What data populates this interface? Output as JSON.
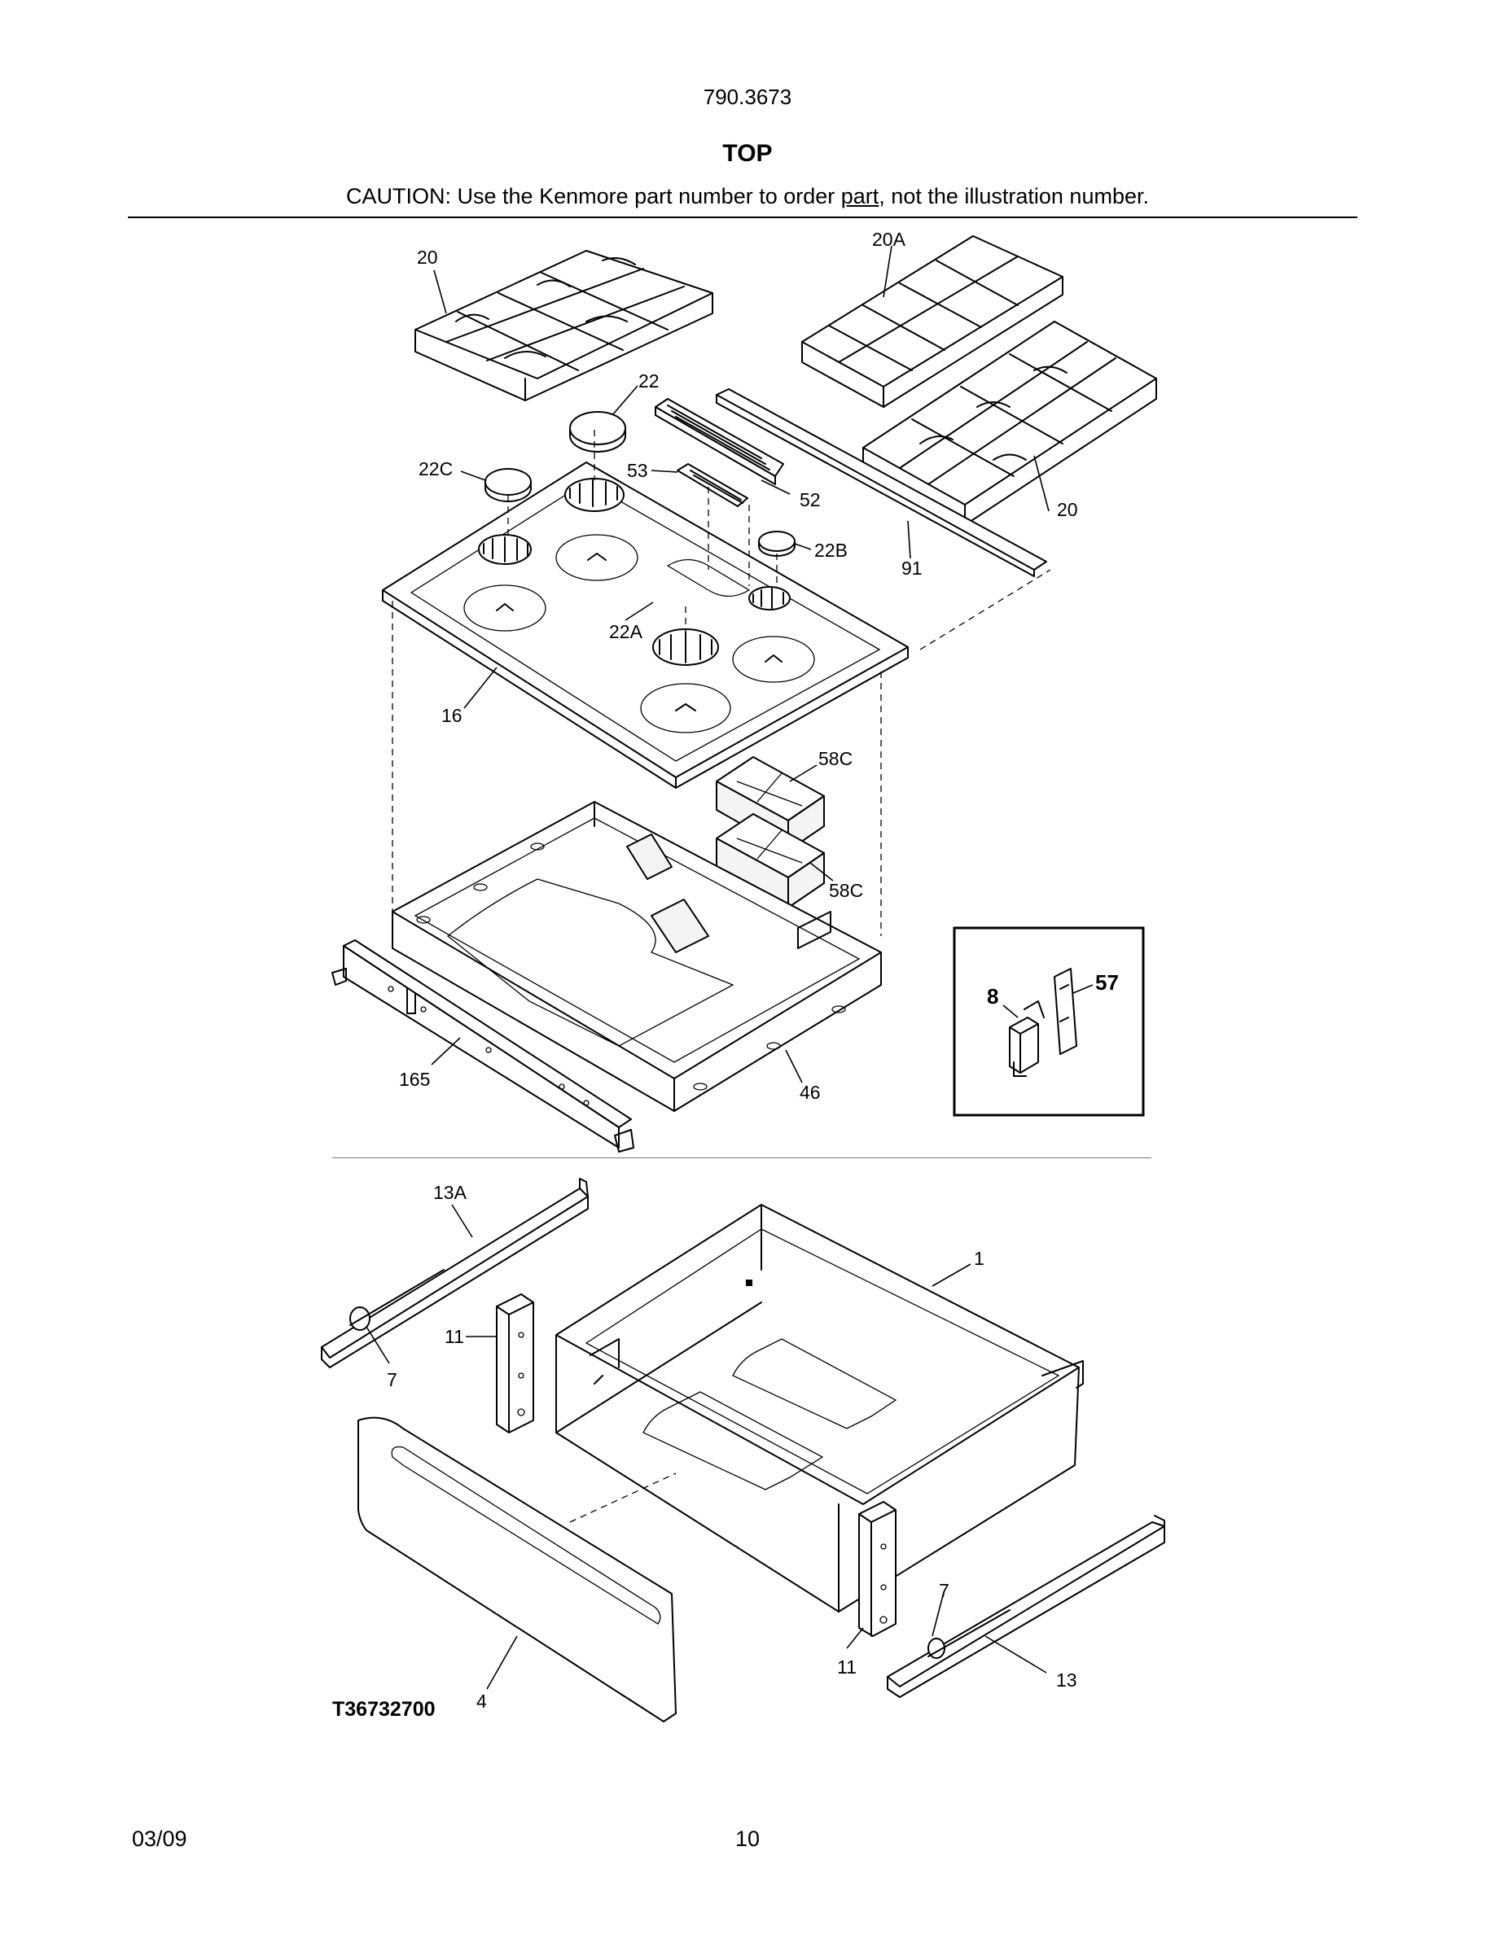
{
  "header": {
    "model_number": "790.3673",
    "section_title": "TOP",
    "caution_before": "CAUTION: Use the Kenmore part number to order ",
    "caution_underlined": "part",
    "caution_after": ", not the illustration number."
  },
  "callouts": {
    "c20_left": "20",
    "c20a": "20A",
    "c20_right": "20",
    "c22": "22",
    "c22c": "22C",
    "c53": "53",
    "c52": "52",
    "c22b": "22B",
    "c91": "91",
    "c22a": "22A",
    "c16": "16",
    "c58c_top": "58C",
    "c58c_bottom": "58C",
    "c165": "165",
    "c46": "46",
    "c8": "8",
    "c57": "57",
    "c13a": "13A",
    "c11_left": "11",
    "c7_left": "7",
    "c1": "1",
    "c7_right": "7",
    "c11_right": "11",
    "c13": "13",
    "c4": "4"
  },
  "illustration_code": "T36732700",
  "footer": {
    "date": "03/09",
    "page_number": "10"
  }
}
